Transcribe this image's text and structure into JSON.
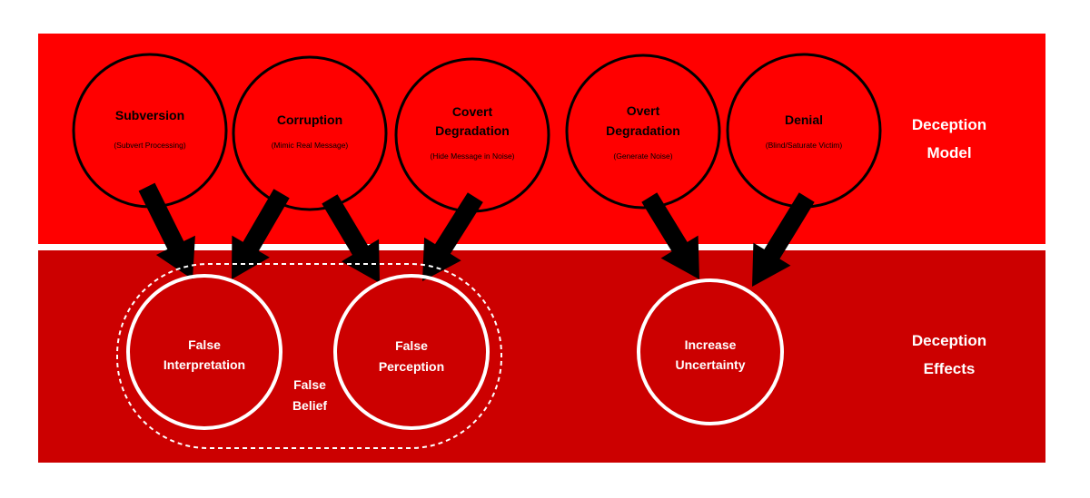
{
  "colors": {
    "model_band": "#ff0000",
    "effects_band": "#cc0000",
    "outline_dark": "#000000",
    "outline_light": "#ffffff",
    "arrow": "#000000"
  },
  "sections": {
    "model": {
      "line1": "Deception",
      "line2": "Model"
    },
    "effects": {
      "line1": "Deception",
      "line2": "Effects"
    }
  },
  "techniques": [
    {
      "title1": "Subversion",
      "title2": "",
      "subtitle": "(Subvert Processing)"
    },
    {
      "title1": "Corruption",
      "title2": "",
      "subtitle": "(Mimic Real Message)"
    },
    {
      "title1": "Covert",
      "title2": "Degradation",
      "subtitle": "(Hide Message in Noise)"
    },
    {
      "title1": "Overt",
      "title2": "Degradation",
      "subtitle": "(Generate Noise)"
    },
    {
      "title1": "Denial",
      "title2": "",
      "subtitle": "(Blind/Saturate Victim)"
    }
  ],
  "effects": [
    {
      "line1": "False",
      "line2": "Interpretation"
    },
    {
      "line1": "False",
      "line2": "Perception"
    },
    {
      "line1": "Increase",
      "line2": "Uncertainty"
    }
  ],
  "group": {
    "line1": "False",
    "line2": "Belief"
  },
  "arrow_icon": "thick-block-arrow"
}
